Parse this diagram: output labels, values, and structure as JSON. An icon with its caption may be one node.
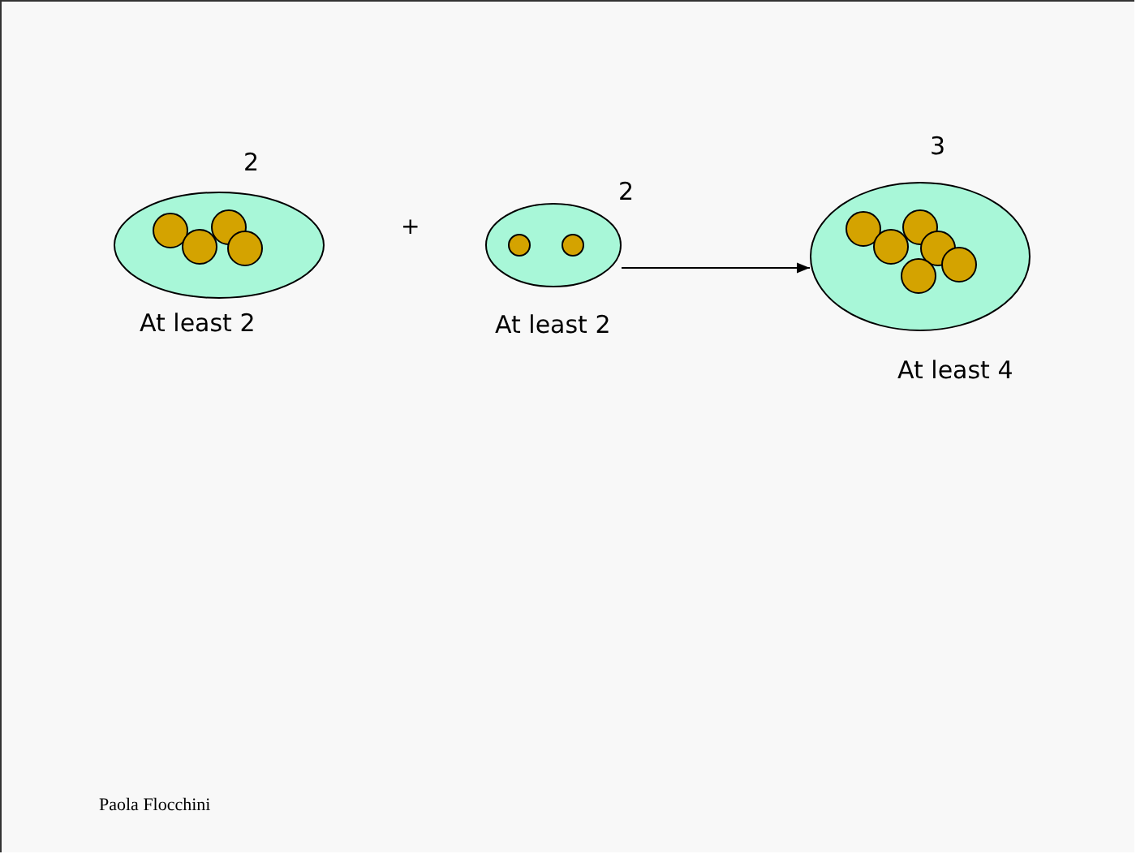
{
  "diagram": {
    "nodes": [
      {
        "text": [
          "2",
          "At least 2"
        ]
      },
      {
        "text": [
          "2",
          "At least 2"
        ]
      },
      {
        "text": [
          "3",
          "At least 4"
        ]
      },
      {
        "text": [],
        "shape": "circle",
        "in": 0
      },
      {
        "text": [],
        "shape": "circle",
        "in": 0
      },
      {
        "text": [],
        "shape": "circle",
        "in": 0
      },
      {
        "text": [],
        "shape": "circle",
        "in": 0
      },
      {
        "text": [],
        "shape": "circle",
        "in": 1
      },
      {
        "text": [],
        "shape": "circle",
        "in": 1
      },
      {
        "text": [],
        "shape": "circle",
        "in": 2
      },
      {
        "text": [],
        "shape": "circle",
        "in": 2
      },
      {
        "text": [],
        "shape": "circle",
        "in": 2
      },
      {
        "text": [],
        "shape": "circle",
        "in": 2
      },
      {
        "text": [],
        "shape": "circle",
        "in": 2
      },
      {
        "text": [],
        "shape": "circle",
        "in": 2
      }
    ],
    "edges": [
      {
        "from": 1,
        "to": 2,
        "arrow": "to"
      }
    ],
    "labels": [
      "+",
      "Paola Flocchini"
    ]
  }
}
